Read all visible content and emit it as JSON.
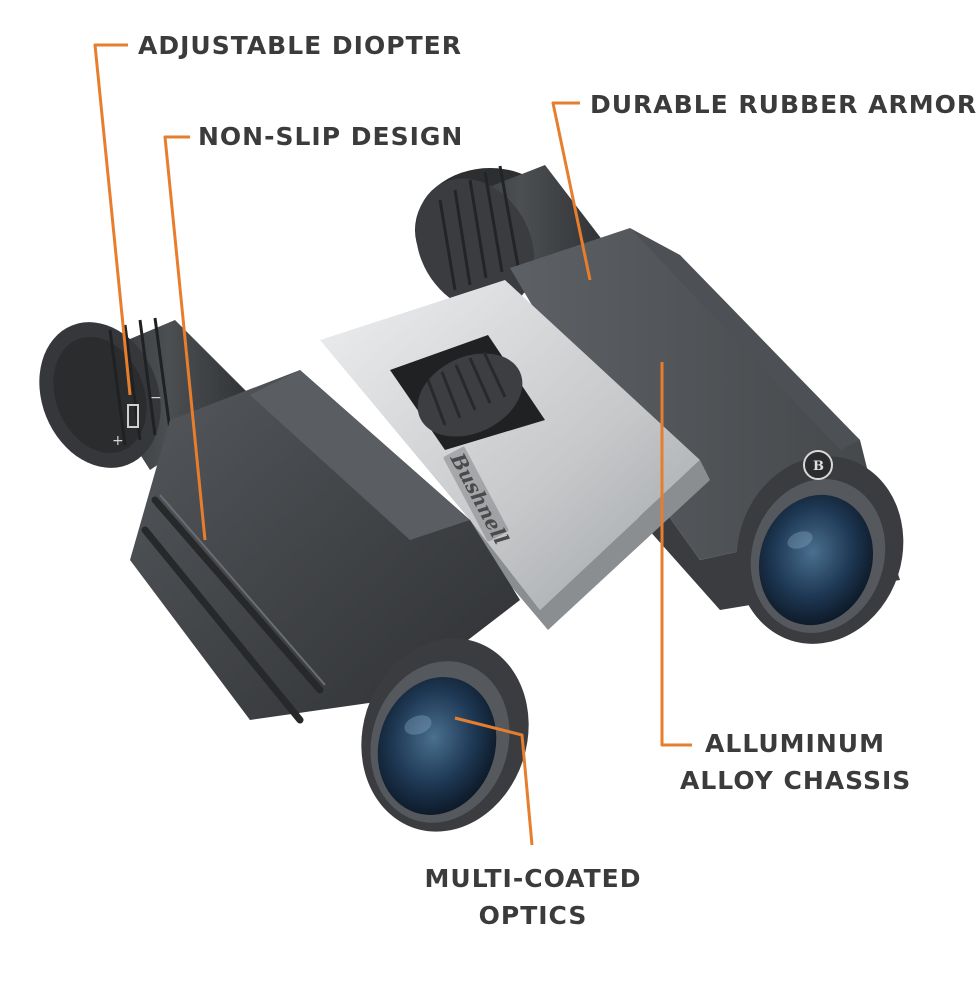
{
  "callouts": {
    "adjustable_diopter": "ADJUSTABLE DIOPTER",
    "non_slip_design": "NON-SLIP DESIGN",
    "durable_rubber_armor": "DURABLE RUBBER ARMOR",
    "aluminum_alloy_chassis_line1": "ALLUMINUM",
    "aluminum_alloy_chassis_line2": "ALLOY CHASSIS",
    "multi_coated_optics_line1": "MULTI-COATED",
    "multi_coated_optics_line2": "OPTICS"
  },
  "product": {
    "brand": "Bushnell",
    "logo_letter": "B",
    "diopter_marks": [
      "+",
      "−"
    ]
  },
  "colors": {
    "leader_line": "#e67e2e",
    "label_text": "#3b3b3b",
    "rubber_armor": "#3f4144",
    "chassis_silver": "#c9cbcd",
    "lens_glass": "#1c3550"
  }
}
